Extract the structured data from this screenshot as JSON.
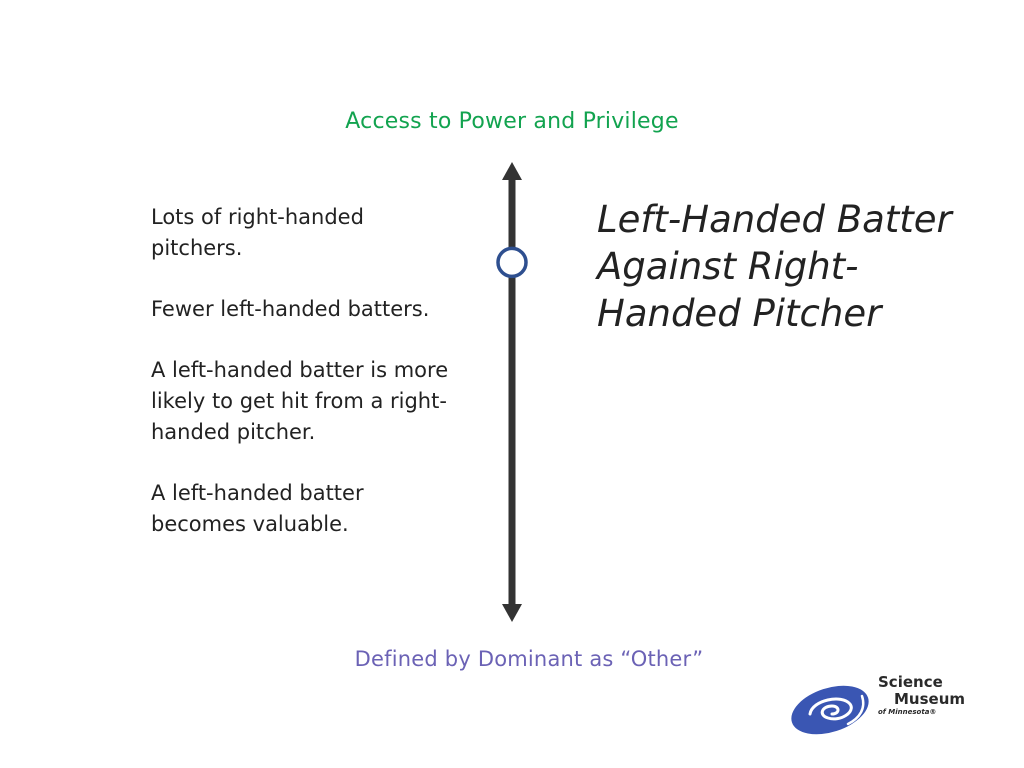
{
  "slide": {
    "top_label": "Access to Power and Privilege",
    "bottom_label": "Defined by Dominant as “Other”",
    "title": "Left-Handed Batter Against Right-Handed Pitcher",
    "paragraphs": [
      "Lots of right-handed pitchers.",
      "Fewer left-handed batters.",
      "A left-handed batter is more likely to get hit from a right-handed pitcher.",
      "A left-handed batter becomes valuable."
    ],
    "position_on_spectrum": 0.2
  },
  "logo": {
    "line1": "Science",
    "line2": "Museum",
    "line3": "of Minnesota®",
    "icon": "spiral-swirl-icon"
  },
  "colors": {
    "top_label": "#12a34f",
    "bottom_label": "#6b62b5",
    "axis": "#333333",
    "marker": "#2e4f8f",
    "logo_blue": "#3a56b3"
  }
}
